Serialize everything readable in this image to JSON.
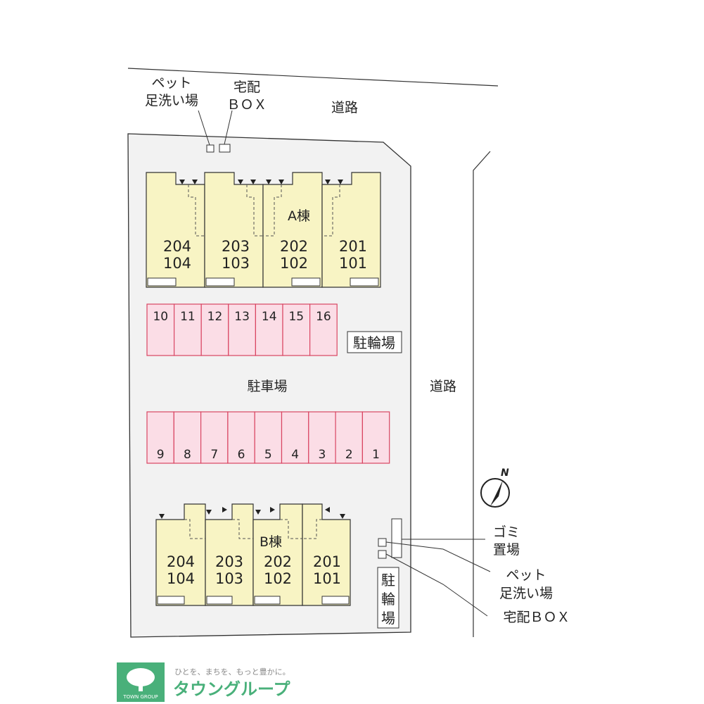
{
  "labels": {
    "road_top": "道路",
    "road_right": "道路",
    "parking": "駐車場",
    "bicycle_top": "駐輪場",
    "bicycle_bottom": [
      "駐",
      "輪",
      "場"
    ],
    "building_a": "A棟",
    "building_b": "B棟",
    "pet_top": [
      "ペット",
      "足洗い場"
    ],
    "delivery_top": [
      "宅配",
      "ＢＯＸ"
    ],
    "garbage": [
      "ゴミ",
      "置場"
    ],
    "pet_right": [
      "ペット",
      "足洗い場"
    ],
    "delivery_right": "宅配ＢＯＸ",
    "compass": "N"
  },
  "building_a_units": [
    {
      "upper": "204",
      "lower": "104"
    },
    {
      "upper": "203",
      "lower": "103"
    },
    {
      "upper": "202",
      "lower": "102"
    },
    {
      "upper": "201",
      "lower": "101"
    }
  ],
  "building_b_units": [
    {
      "upper": "204",
      "lower": "104"
    },
    {
      "upper": "203",
      "lower": "103"
    },
    {
      "upper": "202",
      "lower": "102"
    },
    {
      "upper": "201",
      "lower": "101"
    }
  ],
  "parking_top_row": [
    "10",
    "11",
    "12",
    "13",
    "14",
    "15",
    "16"
  ],
  "parking_bottom_row": [
    "9",
    "8",
    "7",
    "6",
    "5",
    "4",
    "3",
    "2",
    "1"
  ],
  "logo": {
    "tagline": "ひとを、まちを、もっと豊かに。",
    "name": "タウングループ",
    "badge": "TOWN GROUP"
  },
  "colors": {
    "lot": "#f2f2f2",
    "building": "#f8f4c4",
    "parking_fill": "#fbdde6",
    "parking_stroke": "#d94562",
    "logo_green": "#49b07a"
  }
}
